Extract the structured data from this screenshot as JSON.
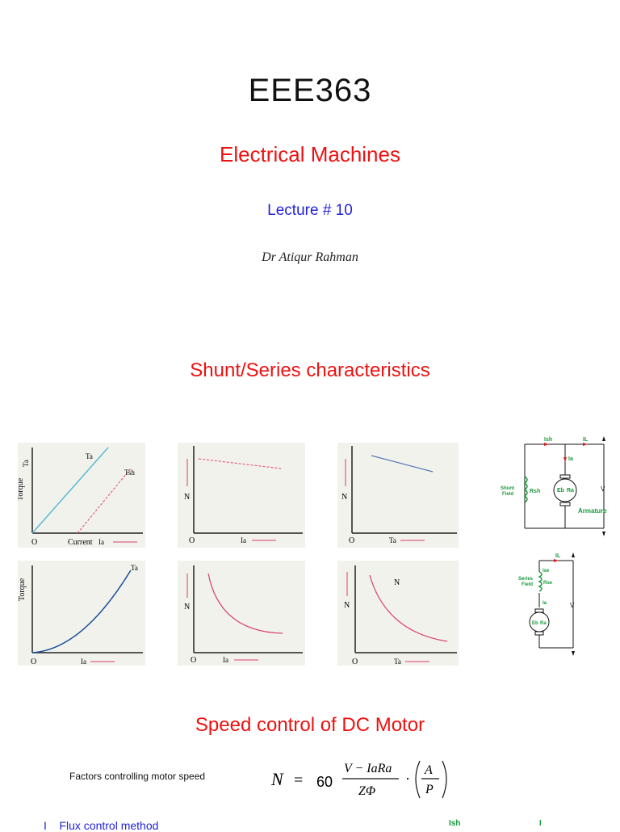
{
  "header": {
    "course_code": "EEE363",
    "course_title": "Electrical Machines",
    "lecture": "Lecture # 10",
    "author": "Dr Atiqur Rahman"
  },
  "section1": {
    "heading": "Shunt/Series characteristics",
    "plots": {
      "p1": {
        "ylabel": "Torque",
        "ysym": "Ta",
        "origin": "O",
        "xlabel": "Current",
        "xsym": "Ia",
        "line1": "Ta",
        "line2": "Tsh"
      },
      "p2": {
        "ysym": "N",
        "origin": "O",
        "xsym": "Ia"
      },
      "p3": {
        "ysym": "N",
        "origin": "O",
        "xsym": "Ta"
      },
      "p4": {
        "ylabel": "Torque",
        "origin": "O",
        "xsym": "Ia",
        "curve": "Ta"
      },
      "p5": {
        "ysym": "N",
        "origin": "O",
        "xsym": "Ia"
      },
      "p6": {
        "ysym": "N",
        "origin": "O",
        "xsym": "Ta",
        "curve": "N"
      }
    },
    "shunt_circuit": {
      "ish": "Ish",
      "il": "IL",
      "ia": "Ia",
      "field": [
        "Shunt",
        "Field"
      ],
      "rsh": "Rsh",
      "eb": "Eb",
      "ra": "Ra",
      "armature": "Armature",
      "v": "V"
    },
    "series_circuit": {
      "il": "IL",
      "ise": "Ise",
      "field": [
        "Series",
        "Field"
      ],
      "rse": "Rse",
      "ia": "Ia",
      "eb": "Eb",
      "ra": "Ra",
      "v": "V"
    }
  },
  "section2": {
    "heading": "Speed control of DC Motor",
    "factors_label": "Factors controlling motor speed",
    "formula": {
      "lhs": "N",
      "eq": "=",
      "const": "60",
      "numerator": "V − IaRa",
      "denominator": "ZΦ",
      "dot": "·",
      "frac_top": "A",
      "frac_bottom": "P"
    },
    "bullet": "Flux control method",
    "bullet_marker": "I",
    "cut_labels": [
      "Ish",
      "I"
    ]
  },
  "colors": {
    "red": "#ee1111",
    "blue": "#2222dd",
    "plot_line": "#5ab8d4",
    "dashed": "#e0607a",
    "curve": "#d8406a",
    "circuit_green": "#1a9a3a"
  }
}
